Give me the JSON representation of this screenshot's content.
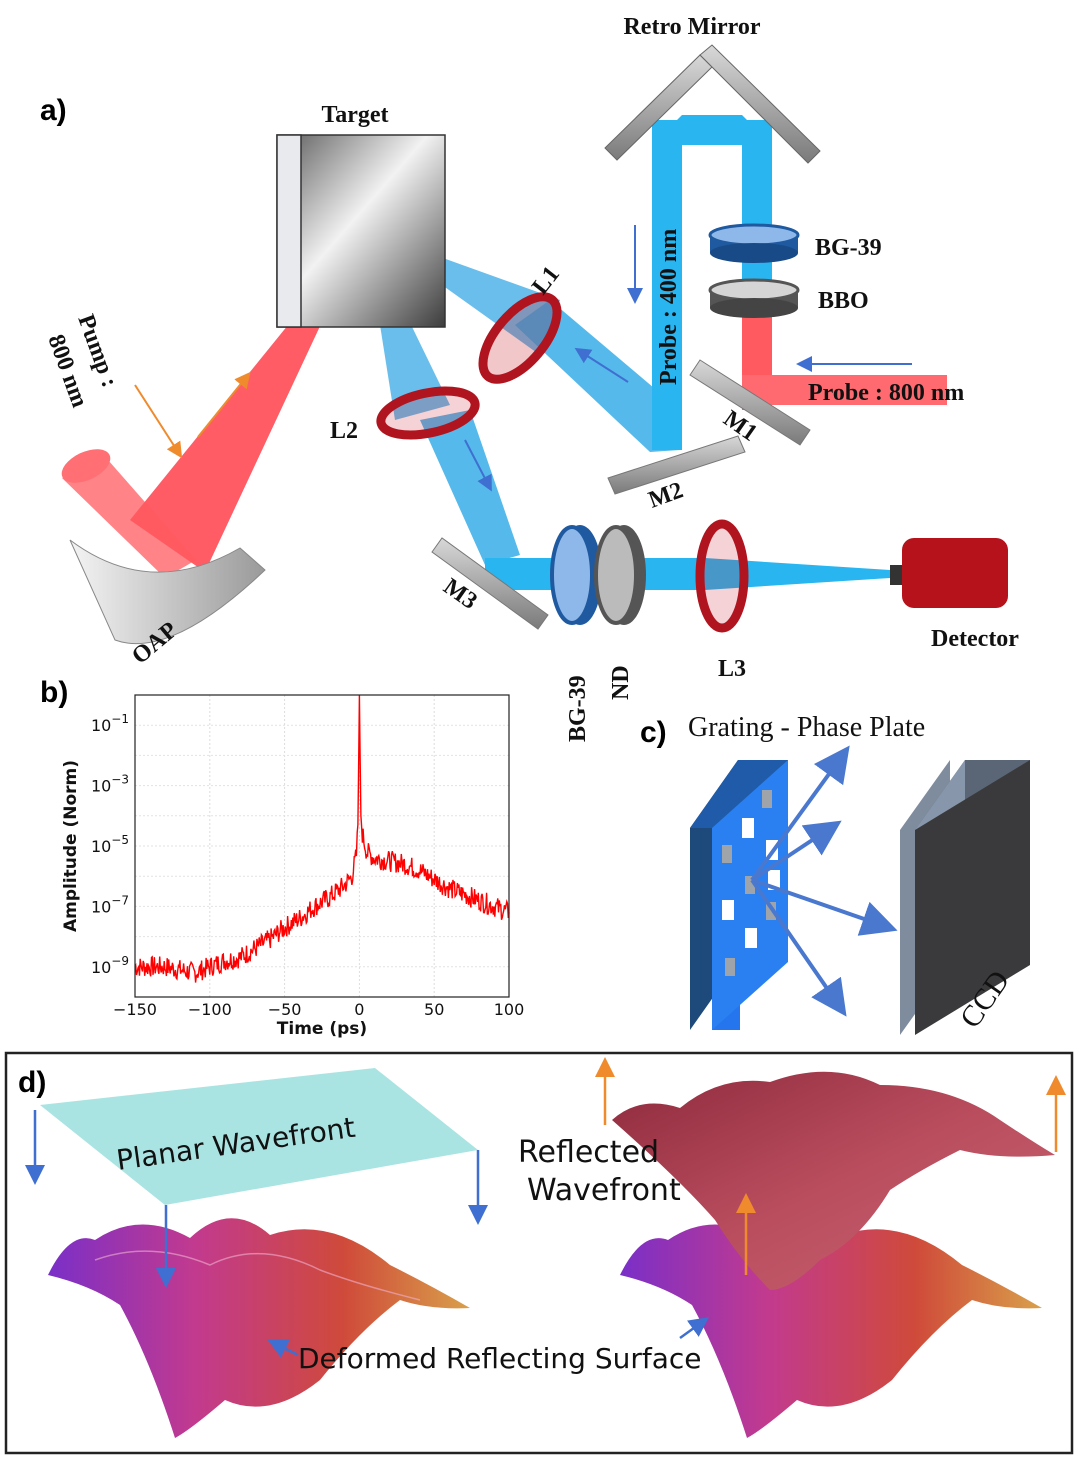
{
  "panel_labels": {
    "a": "a)",
    "b": "b)",
    "c": "c)",
    "d": "d)"
  },
  "setup": {
    "retro_mirror": "Retro Mirror",
    "target": "Target",
    "pump": "Pump :",
    "pump_wavelength": "800 nm",
    "probe_400": "Probe : 400 nm",
    "probe_800": "Probe : 800 nm",
    "bg39_top": "BG-39",
    "bbo": "BBO",
    "l1": "L1",
    "l2": "L2",
    "l3": "L3",
    "m1": "M1",
    "m2": "M2",
    "m3": "M3",
    "oap": "OAP",
    "bg39_bottom": "BG-39",
    "nd": "ND",
    "detector": "Detector"
  },
  "grating": {
    "title": "Grating - Phase Plate",
    "ccd": "CCD"
  },
  "wavefront": {
    "planar": "Planar Wavefront",
    "reflected_line1": "Reflected",
    "reflected_line2": "Wavefront",
    "surface": "Deformed Reflecting Surface"
  },
  "chart_data": {
    "type": "line",
    "xlabel": "Time (ps)",
    "ylabel": "Amplitude (Norm)",
    "xlim": [
      -150,
      100
    ],
    "ylim_log10": [
      -10,
      0
    ],
    "yscale": "log",
    "grid": true,
    "color": "#ff0000",
    "x_ticks": [
      "−150",
      "−100",
      "−50",
      "0",
      "50",
      "100"
    ],
    "y_ticks": [
      {
        "base": "10",
        "exp": "−1"
      },
      {
        "base": "10",
        "exp": "−3"
      },
      {
        "base": "10",
        "exp": "−5"
      },
      {
        "base": "10",
        "exp": "−7"
      },
      {
        "base": "10",
        "exp": "−9"
      }
    ],
    "series": [
      {
        "x": [
          -150,
          -130,
          -110,
          -100,
          -90,
          -80,
          -70,
          -60,
          -50,
          -40,
          -30,
          -20,
          -10,
          -5,
          -2,
          -1,
          0,
          1,
          2,
          5,
          10,
          20,
          30,
          40,
          50,
          60,
          70,
          80,
          90,
          100
        ],
        "log10_y": [
          -9.0,
          -9.0,
          -9.2,
          -9.0,
          -8.8,
          -8.7,
          -8.4,
          -8.1,
          -7.7,
          -7.4,
          -7.0,
          -6.7,
          -6.3,
          -6.0,
          -5.3,
          -4.3,
          0,
          -4.0,
          -4.6,
          -5.2,
          -5.4,
          -5.5,
          -5.6,
          -5.8,
          -6.1,
          -6.4,
          -6.6,
          -6.8,
          -7.0,
          -7.2
        ]
      }
    ]
  }
}
